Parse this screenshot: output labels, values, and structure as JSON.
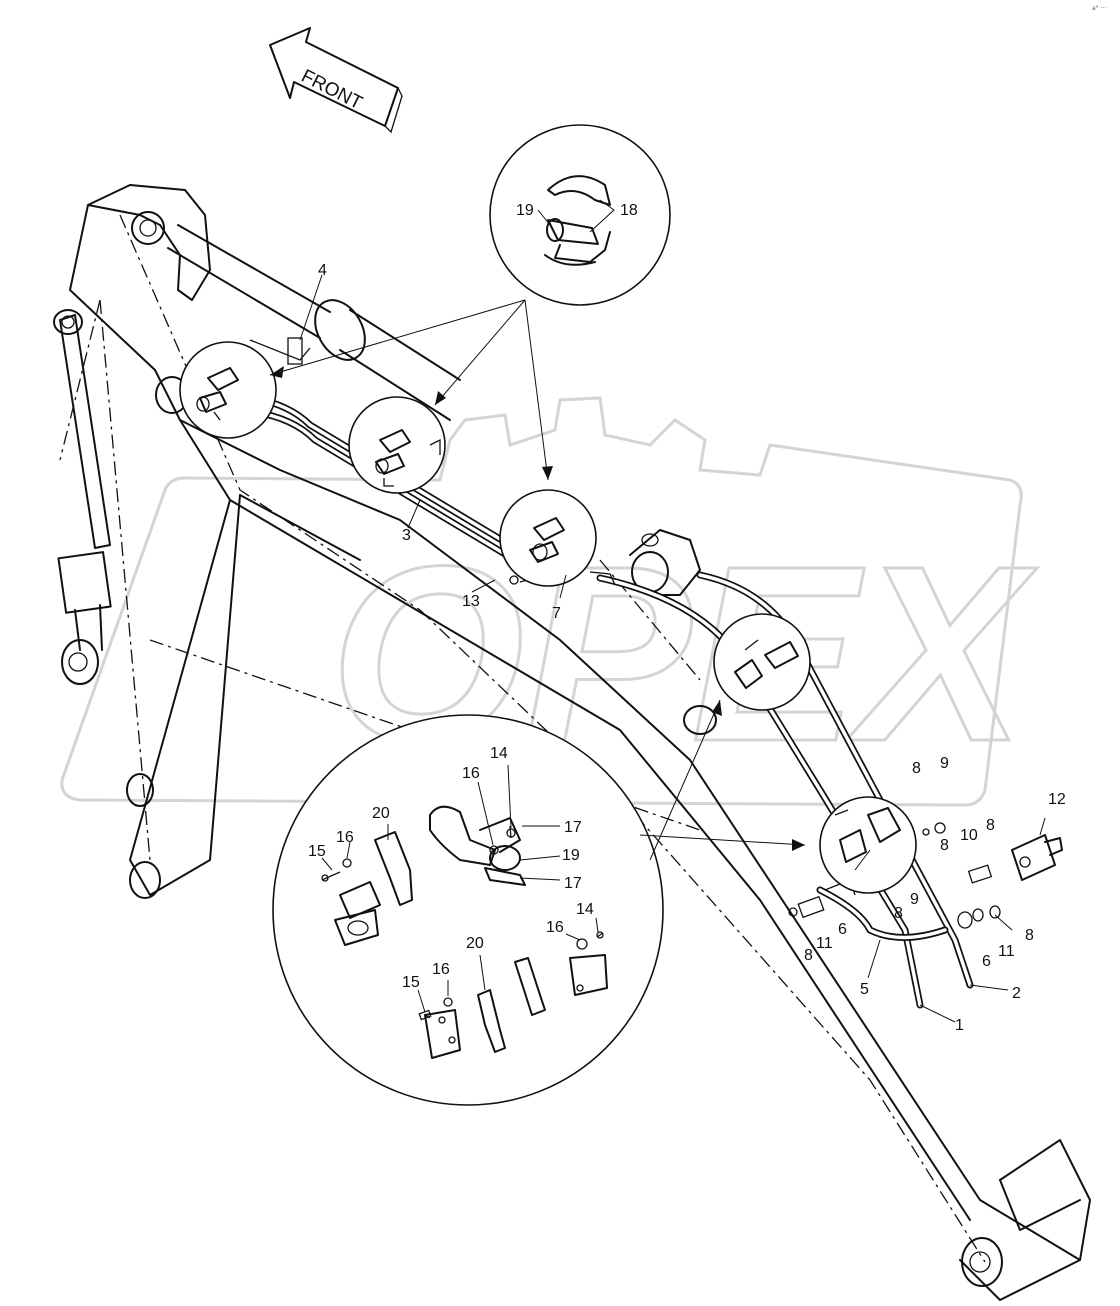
{
  "diagram": {
    "direction_label": "FRONT",
    "watermark": "OPEX",
    "corner_mark": "a° ···",
    "callouts": [
      {
        "id": "c1",
        "text": "1"
      },
      {
        "id": "c2",
        "text": "2"
      },
      {
        "id": "c3",
        "text": "3"
      },
      {
        "id": "c4",
        "text": "4"
      },
      {
        "id": "c5",
        "text": "5"
      },
      {
        "id": "c6a",
        "text": "6"
      },
      {
        "id": "c6b",
        "text": "6"
      },
      {
        "id": "c7",
        "text": "7"
      },
      {
        "id": "c8a",
        "text": "8"
      },
      {
        "id": "c8b",
        "text": "8"
      },
      {
        "id": "c8c",
        "text": "8"
      },
      {
        "id": "c8d",
        "text": "8"
      },
      {
        "id": "c8e",
        "text": "8"
      },
      {
        "id": "c8f",
        "text": "8"
      },
      {
        "id": "c9a",
        "text": "9"
      },
      {
        "id": "c9b",
        "text": "9"
      },
      {
        "id": "c10",
        "text": "10"
      },
      {
        "id": "c11a",
        "text": "11"
      },
      {
        "id": "c11b",
        "text": "11"
      },
      {
        "id": "c12",
        "text": "12"
      },
      {
        "id": "c13",
        "text": "13"
      },
      {
        "id": "c14a",
        "text": "14"
      },
      {
        "id": "c14b",
        "text": "14"
      },
      {
        "id": "c15a",
        "text": "15"
      },
      {
        "id": "c15b",
        "text": "15"
      },
      {
        "id": "c16a",
        "text": "16"
      },
      {
        "id": "c16b",
        "text": "16"
      },
      {
        "id": "c16c",
        "text": "16"
      },
      {
        "id": "c16d",
        "text": "16"
      },
      {
        "id": "c17a",
        "text": "17"
      },
      {
        "id": "c17b",
        "text": "17"
      },
      {
        "id": "c18",
        "text": "18"
      },
      {
        "id": "c19a",
        "text": "19"
      },
      {
        "id": "c19b",
        "text": "19"
      },
      {
        "id": "c20a",
        "text": "20"
      },
      {
        "id": "c20b",
        "text": "20"
      }
    ]
  }
}
